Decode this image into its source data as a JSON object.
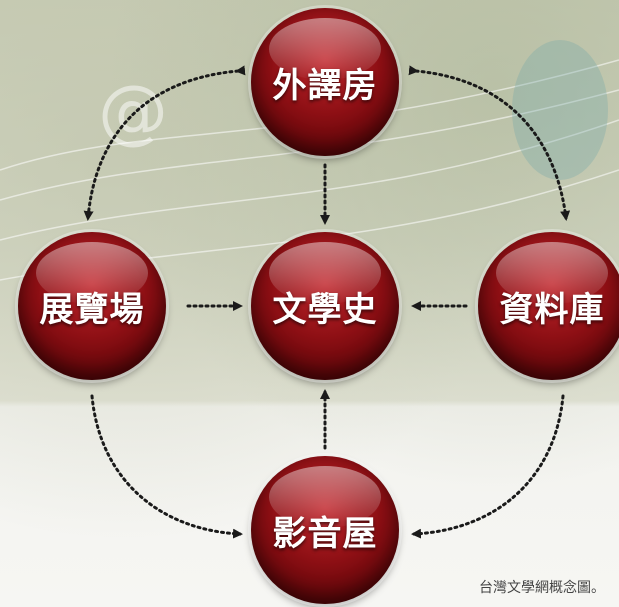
{
  "nodes": {
    "top": "外譯房",
    "left": "展覽場",
    "center": "文學史",
    "right": "資料庫",
    "bottom": "影音屋"
  },
  "caption": "台灣文學網概念圖。",
  "colors": {
    "node_red": "#8d0f14",
    "arrow": "#1a1a1a"
  }
}
